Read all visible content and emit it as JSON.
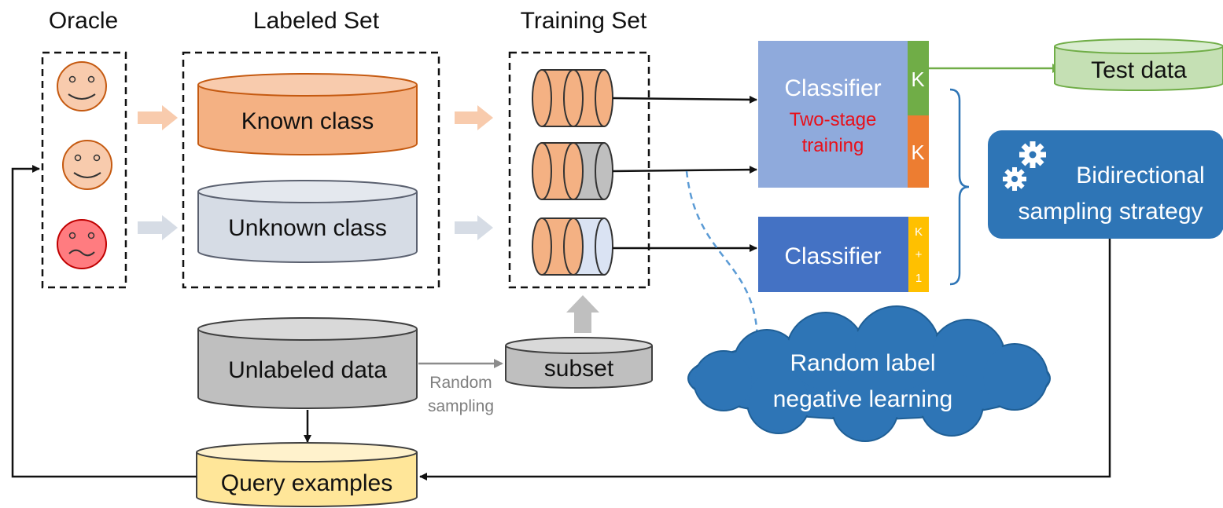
{
  "headers": {
    "oracle": "Oracle",
    "labeled_set": "Labeled Set",
    "training_set": "Training Set"
  },
  "cylinders": {
    "known_class": "Known class",
    "unknown_class": "Unknown class",
    "unlabeled_data": "Unlabeled data",
    "subset": "subset",
    "query_examples": "Query examples",
    "test_data": "Test data"
  },
  "classifier_top": {
    "title": "Classifier",
    "subtitle_line1": "Two-stage",
    "subtitle_line2": "training",
    "stripe_top": "K",
    "stripe_bottom": "K"
  },
  "classifier_bottom": {
    "title": "Classifier",
    "stripe_k": "K",
    "stripe_plus": "+",
    "stripe_one": "1"
  },
  "random_sampling": {
    "line1": "Random",
    "line2": "sampling"
  },
  "strategy_box": {
    "line1": "Bidirectional",
    "line2": "sampling strategy"
  },
  "cloud": {
    "line1": "Random label",
    "line2": "negative learning"
  },
  "colors": {
    "known_orange": "#f4b183",
    "unknown_blue": "#d6dce5",
    "unlabeled_gray": "#bfbfbf",
    "query_yellow": "#ffe699",
    "test_green": "#c5e0b4",
    "classifier_light": "#8faadc",
    "classifier_dark": "#4472c4",
    "stripe_green": "#70ad47",
    "stripe_orange": "#ed7d31",
    "stripe_yellow": "#ffc000",
    "strategy_blue": "#2e75b6",
    "cloud_blue": "#2e75b6"
  }
}
